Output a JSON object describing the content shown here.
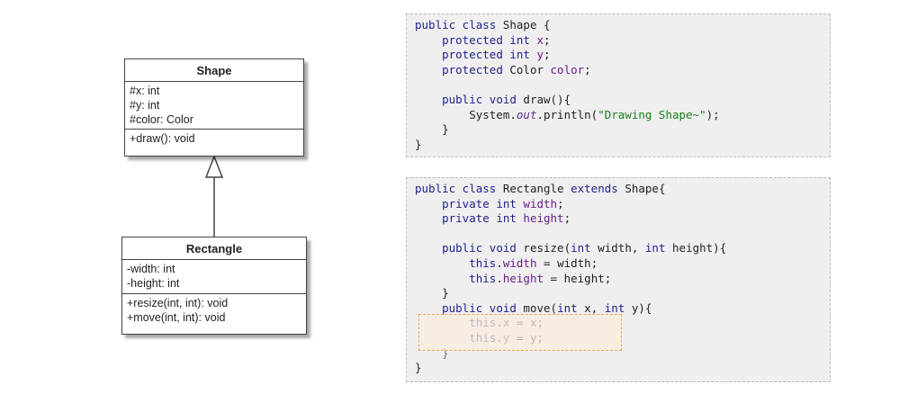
{
  "uml": {
    "shape": {
      "name": "Shape",
      "attributes": [
        "#x: int",
        "#y: int",
        "#color: Color"
      ],
      "methods": [
        "+draw(): void"
      ]
    },
    "rectangle": {
      "name": "Rectangle",
      "attributes": [
        "-width: int",
        "-height: int"
      ],
      "methods": [
        "+resize(int, int): void",
        "+move(int, int): void"
      ]
    }
  },
  "code_shape": [
    [
      [
        "kw",
        "public class "
      ],
      [
        "pl",
        "Shape {"
      ]
    ],
    [
      [
        "pl",
        "    "
      ],
      [
        "kw",
        "protected int "
      ],
      [
        "fld",
        "x"
      ],
      [
        "pl",
        ";"
      ]
    ],
    [
      [
        "pl",
        "    "
      ],
      [
        "kw",
        "protected int "
      ],
      [
        "fld",
        "y"
      ],
      [
        "pl",
        ";"
      ]
    ],
    [
      [
        "pl",
        "    "
      ],
      [
        "kw",
        "protected "
      ],
      [
        "pl",
        "Color "
      ],
      [
        "fld",
        "color"
      ],
      [
        "pl",
        ";"
      ]
    ],
    [
      [
        "pl",
        ""
      ]
    ],
    [
      [
        "pl",
        "    "
      ],
      [
        "kw",
        "public void "
      ],
      [
        "pl",
        "draw(){"
      ]
    ],
    [
      [
        "pl",
        "        System."
      ],
      [
        "it",
        "out"
      ],
      [
        "pl",
        ".println("
      ],
      [
        "str",
        "\"Drawing Shape~\""
      ],
      [
        "pl",
        ");"
      ]
    ],
    [
      [
        "pl",
        "    }"
      ]
    ],
    [
      [
        "pl",
        "}"
      ]
    ]
  ],
  "code_rect": [
    [
      [
        "kw",
        "public class "
      ],
      [
        "pl",
        "Rectangle "
      ],
      [
        "kw",
        "extends "
      ],
      [
        "pl",
        "Shape{"
      ]
    ],
    [
      [
        "pl",
        "    "
      ],
      [
        "kw",
        "private int "
      ],
      [
        "fld",
        "width"
      ],
      [
        "pl",
        ";"
      ]
    ],
    [
      [
        "pl",
        "    "
      ],
      [
        "kw",
        "private int "
      ],
      [
        "fld",
        "height"
      ],
      [
        "pl",
        ";"
      ]
    ],
    [
      [
        "pl",
        ""
      ]
    ],
    [
      [
        "pl",
        "    "
      ],
      [
        "kw",
        "public void "
      ],
      [
        "pl",
        "resize("
      ],
      [
        "kw",
        "int "
      ],
      [
        "pl",
        "width, "
      ],
      [
        "kw",
        "int "
      ],
      [
        "pl",
        "height){"
      ]
    ],
    [
      [
        "pl",
        "        "
      ],
      [
        "kw",
        "this"
      ],
      [
        "pl",
        "."
      ],
      [
        "fld",
        "width"
      ],
      [
        "pl",
        " = width;"
      ]
    ],
    [
      [
        "pl",
        "        "
      ],
      [
        "kw",
        "this"
      ],
      [
        "pl",
        "."
      ],
      [
        "fld",
        "height"
      ],
      [
        "pl",
        " = height;"
      ]
    ],
    [
      [
        "pl",
        "    }"
      ]
    ],
    [
      [
        "pl",
        "    "
      ],
      [
        "kw",
        "public void "
      ],
      [
        "pl",
        "move("
      ],
      [
        "kw",
        "int "
      ],
      [
        "pl",
        "x, "
      ],
      [
        "kw",
        "int "
      ],
      [
        "pl",
        "y){"
      ]
    ],
    [
      [
        "pl",
        "        "
      ],
      [
        "kw",
        "this"
      ],
      [
        "pl",
        "."
      ],
      [
        "fld",
        "x"
      ],
      [
        "pl",
        " = x;"
      ]
    ],
    [
      [
        "pl",
        "        "
      ],
      [
        "kw",
        "this"
      ],
      [
        "pl",
        "."
      ],
      [
        "fld",
        "y"
      ],
      [
        "pl",
        " = y;"
      ]
    ],
    [
      [
        "pl",
        "    }"
      ]
    ],
    [
      [
        "pl",
        "}"
      ]
    ]
  ],
  "colors": {
    "keyword": "#1f1f8c",
    "field": "#6a1b8a",
    "string": "#1b7f1b",
    "highlight": "#e8a765"
  }
}
